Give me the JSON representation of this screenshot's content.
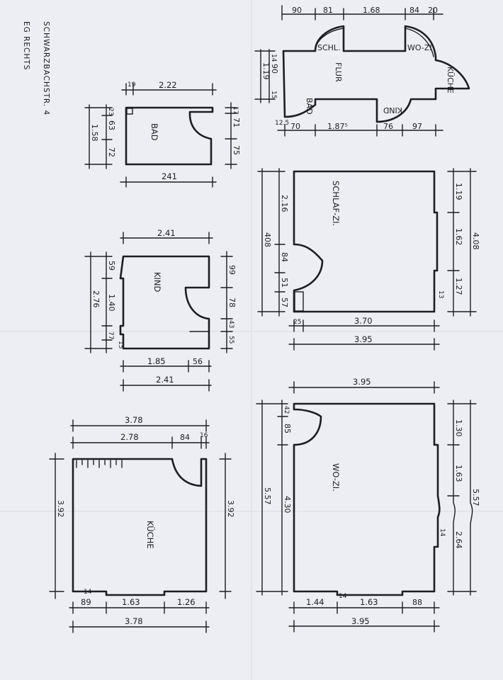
{
  "address": {
    "street": "SCHWARZBACHSTR. 4",
    "floor": "EG RECHTS"
  },
  "rooms": {
    "bad": "BAD",
    "kind": "KIND",
    "schlaf": "SCHLAF-ZI.",
    "wozi": "WO-ZI.",
    "kueche": "KÜCHE",
    "flur": "FLUR",
    "schl": "SCHL.",
    "wozi_small": "WO-ZI",
    "kueche_small": "KÜCHE",
    "kind_small": "KIND",
    "bad_small": "BAD"
  },
  "flur": {
    "top": [
      "90",
      "81",
      "1.68",
      "84",
      "20"
    ],
    "bottom": [
      "12.5",
      "70",
      "1.87⁵",
      "76",
      "97"
    ],
    "side": [
      "14",
      "90",
      "1.19",
      "15"
    ]
  },
  "bad": {
    "top": [
      "19",
      "2.22"
    ],
    "bottom": "241",
    "left": [
      "23",
      "63",
      "72",
      "1.58"
    ],
    "right": [
      "17",
      "71",
      "75"
    ]
  },
  "kind": {
    "top": "2.41",
    "left": [
      "59",
      "1.40",
      "2.76",
      "77",
      "15"
    ],
    "right": [
      "99",
      "78",
      "43",
      "55"
    ],
    "bottom": [
      "1.85",
      "56",
      "2.41"
    ]
  },
  "schlaf": {
    "left": [
      "2.16",
      "84",
      "51",
      "57",
      "408"
    ],
    "right": [
      "1.19",
      "1.62",
      "1.27",
      "4.08",
      "13"
    ],
    "bottom": [
      "25",
      "3.70",
      "3.95"
    ]
  },
  "wozi": {
    "top": "3.95",
    "left": [
      "42",
      "85",
      "4.30",
      "5.57"
    ],
    "right": [
      "1.30",
      "1.63",
      "2.64",
      "5.57",
      "14"
    ],
    "bottom": [
      "1.44",
      "14",
      "1.63",
      "88",
      "3.95"
    ]
  },
  "kueche": {
    "top": [
      "3.78",
      "2.78",
      "84",
      "16"
    ],
    "left": "3.92",
    "right": "3.92",
    "bottom": [
      "89",
      "14",
      "1.63",
      "1.26",
      "3.78"
    ]
  }
}
